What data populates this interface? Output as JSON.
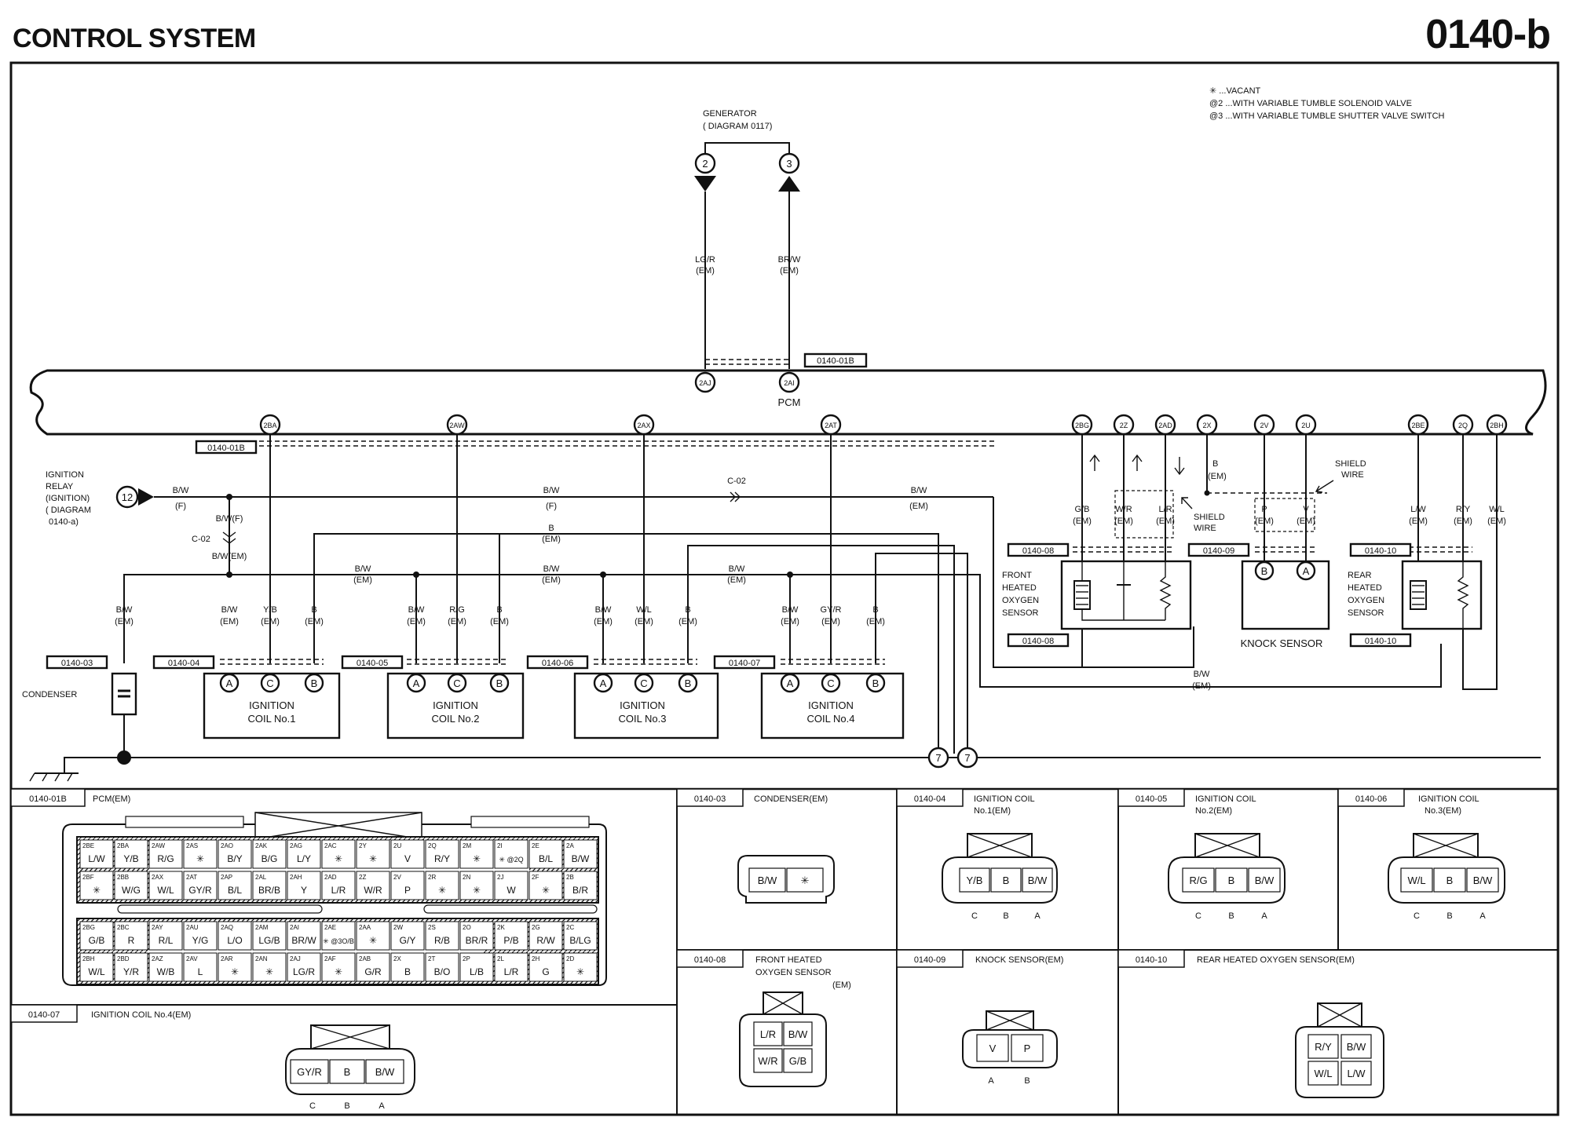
{
  "header": {
    "title": "CONTROL SYSTEM",
    "page": "0140-b"
  },
  "legend": [
    "✳ ...VACANT",
    "@2 ...WITH VARIABLE TUMBLE SOLENOID VALVE",
    "@3 ...WITH VARIABLE TUMBLE SHUTTER VALVE SWITCH"
  ],
  "generator": {
    "label1": "GENERATOR",
    "label2": "( DIAGRAM  0117)",
    "pin_left": "2",
    "pin_right": "3",
    "wire_left": "LG/R",
    "wire_right": "BR/W",
    "pcm_left": "2AJ",
    "pcm_right": "2AI"
  },
  "pcm_label": "PCM",
  "refs": {
    "pcm": "0140-01B",
    "condenser": "0140-03",
    "coil1": "0140-04",
    "coil2": "0140-05",
    "coil3": "0140-06",
    "coil4": "0140-07",
    "front_o2": "0140-08",
    "knock": "0140-09",
    "rear_o2": "0140-10"
  },
  "em": "(EM)",
  "f": "(F)",
  "pcm_pins": [
    "2BA",
    "2AW",
    "2AX",
    "2AT",
    "2BG",
    "2Z",
    "2AD",
    "2X",
    "2V",
    "2U",
    "2BE",
    "2Q",
    "2BH"
  ],
  "relay": {
    "l1": "IGNITION",
    "l2": "RELAY",
    "l3": "(IGNITION)",
    "l4": "( DIAGRAM",
    "l5": "0140-a)",
    "pin": "12"
  },
  "wires": {
    "bw": "B/W",
    "b": "B",
    "yb": "Y/B",
    "rg": "R/G",
    "wl": "W/L",
    "gyr": "GY/R",
    "bwf": "B/W(F)",
    "bwem": "B/W(EM)",
    "c02": "C-02",
    "gb": "G/B",
    "wr": "W/R",
    "lr": "L/R",
    "p": "P",
    "v": "V",
    "lw": "L/W",
    "ry": "R/Y"
  },
  "coils": [
    {
      "l1": "IGNITION",
      "l2": "COIL No.1"
    },
    {
      "l1": "IGNITION",
      "l2": "COIL No.2"
    },
    {
      "l1": "IGNITION",
      "l2": "COIL No.3"
    },
    {
      "l1": "IGNITION",
      "l2": "COIL No.4"
    }
  ],
  "pins_abc": [
    "A",
    "C",
    "B"
  ],
  "condenser_label": "CONDENSER",
  "front_sensor": [
    "FRONT",
    "HEATED",
    "OXYGEN",
    "SENSOR"
  ],
  "rear_sensor": [
    "REAR",
    "HEATED",
    "OXYGEN",
    "SENSOR"
  ],
  "knock_label": "KNOCK SENSOR",
  "shield": {
    "l1": "SHIELD",
    "l2": "WIRE"
  },
  "ground_pin": "7",
  "panels": {
    "pcm": {
      "ref": "0140-01B",
      "title": "PCM(EM)"
    },
    "condenser": {
      "ref": "0140-03",
      "title": "CONDENSER(EM)",
      "cells": [
        "B/W",
        "✳"
      ]
    },
    "coil1": {
      "ref": "0140-04",
      "title1": "IGNITION COIL",
      "title2": "No.1(EM)",
      "cells": [
        "Y/B",
        "B",
        "B/W"
      ],
      "pins": [
        "C",
        "B",
        "A"
      ]
    },
    "coil2": {
      "ref": "0140-05",
      "title1": "IGNITION COIL",
      "title2": "No.2(EM)",
      "cells": [
        "R/G",
        "B",
        "B/W"
      ],
      "pins": [
        "C",
        "B",
        "A"
      ]
    },
    "coil3": {
      "ref": "0140-06",
      "title1": "IGNITION COIL",
      "title2": "No.3(EM)",
      "cells": [
        "W/L",
        "B",
        "B/W"
      ],
      "pins": [
        "C",
        "B",
        "A"
      ]
    },
    "coil4": {
      "ref": "0140-07",
      "title": "IGNITION COIL No.4(EM)",
      "cells": [
        "GY/R",
        "B",
        "B/W"
      ],
      "pins": [
        "C",
        "B",
        "A"
      ]
    },
    "front": {
      "ref": "0140-08",
      "title1": "FRONT HEATED",
      "title2": "OXYGEN SENSOR",
      "title3": "(EM)",
      "cells": [
        "L/R",
        "B/W",
        "W/R",
        "G/B"
      ]
    },
    "knock": {
      "ref": "0140-09",
      "title": "KNOCK SENSOR(EM)",
      "cells": [
        "V",
        "P"
      ],
      "pins": [
        "A",
        "B"
      ]
    },
    "rear": {
      "ref": "0140-10",
      "title": "REAR HEATED OXYGEN SENSOR(EM)",
      "cells": [
        "R/Y",
        "B/W",
        "W/L",
        "L/W"
      ]
    }
  },
  "pcm_connector": {
    "left_rows": [
      [
        [
          "2BE",
          "L/W"
        ],
        [
          "2BA",
          "Y/B"
        ],
        [
          "2AW",
          "R/G"
        ],
        [
          "2AS",
          "✳"
        ],
        [
          "2AO",
          "B/Y"
        ],
        [
          "2AK",
          "B/G"
        ],
        [
          "2AG",
          "L/Y"
        ],
        [
          "2AC",
          "✳"
        ],
        [
          "2Y",
          "✳"
        ],
        [
          "2U",
          "V"
        ],
        [
          "2Q",
          "R/Y"
        ],
        [
          "2M",
          "✳"
        ],
        [
          "2I",
          "✳ @2Q"
        ],
        [
          "2E",
          "B/L"
        ],
        [
          "2A",
          "B/W"
        ]
      ],
      [
        [
          "2BF",
          "✳"
        ],
        [
          "2BB",
          "W/G"
        ],
        [
          "2AX",
          "W/L"
        ],
        [
          "2AT",
          "GY/R"
        ],
        [
          "2AP",
          "B/L"
        ],
        [
          "2AL",
          "BR/B"
        ],
        [
          "2AH",
          "Y"
        ],
        [
          "2AD",
          "L/R"
        ],
        [
          "2Z",
          "W/R"
        ],
        [
          "2V",
          "P"
        ],
        [
          "2R",
          "✳"
        ],
        [
          "2N",
          "✳"
        ],
        [
          "2J",
          "W"
        ],
        [
          "2F",
          "✳"
        ],
        [
          "2B",
          "B/R"
        ]
      ],
      [
        [
          "2BG",
          "G/B"
        ],
        [
          "2BC",
          "R"
        ],
        [
          "2AY",
          "R/L"
        ],
        [
          "2AU",
          "Y/G"
        ],
        [
          "2AQ",
          "L/O"
        ],
        [
          "2AM",
          "LG/B"
        ],
        [
          "2AI",
          "BR/W"
        ],
        [
          "2AE",
          "✳ @3O/B"
        ],
        [
          "2AA",
          "✳"
        ],
        [
          "2W",
          "G/Y"
        ],
        [
          "2S",
          "R/B"
        ],
        [
          "2O",
          "BR/R"
        ],
        [
          "2K",
          "P/B"
        ],
        [
          "2G",
          "R/W"
        ],
        [
          "2C",
          "B/LG"
        ]
      ],
      [
        [
          "2BH",
          "W/L"
        ],
        [
          "2BD",
          "Y/R"
        ],
        [
          "2AZ",
          "W/B"
        ],
        [
          "2AV",
          "L"
        ],
        [
          "2AR",
          "✳"
        ],
        [
          "2AN",
          "✳"
        ],
        [
          "2AJ",
          "LG/R"
        ],
        [
          "2AF",
          "✳"
        ],
        [
          "2AB",
          "G/R"
        ],
        [
          "2X",
          "B"
        ],
        [
          "2T",
          "B/O"
        ],
        [
          "2P",
          "L/B"
        ],
        [
          "2L",
          "L/R"
        ],
        [
          "2H",
          "G"
        ],
        [
          "2D",
          "✳"
        ]
      ]
    ]
  }
}
